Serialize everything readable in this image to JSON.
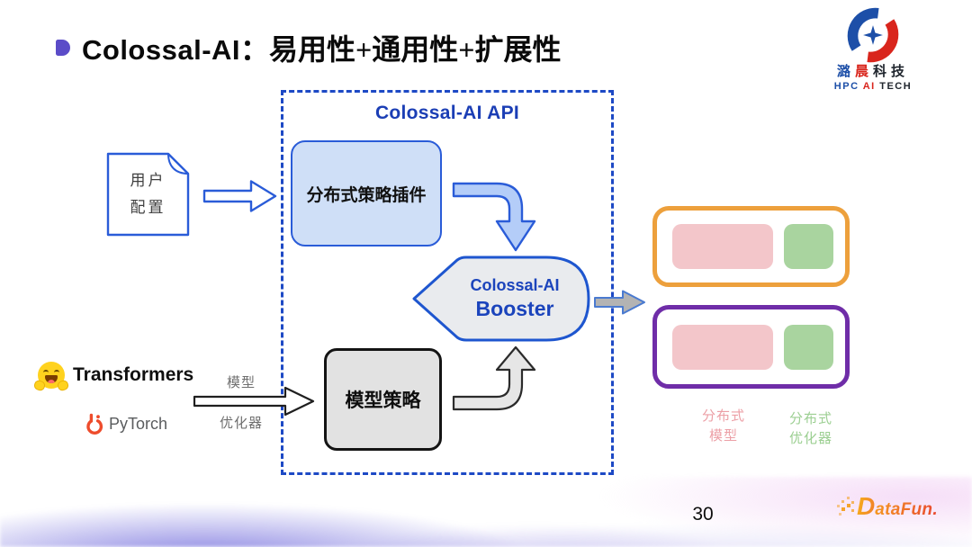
{
  "header": {
    "title_latin": "Colossal-AI",
    "title_cjk": "：易用性+通用性+扩展性"
  },
  "hpc_logo": {
    "cn_blue": "潞",
    "cn_red": "晨",
    "cn_dark": "科技",
    "en_hpc": "HPC",
    "en_ai": "AI",
    "en_tech": "TECH"
  },
  "diagram": {
    "api_title": "Colossal-AI API",
    "plugin_label": "分布式策略插件",
    "booster_line1": "Colossal-AI",
    "booster_line2": "Booster",
    "model_label": "模型策略",
    "user_config": "用户\n配置",
    "transformers_label": "Transformers",
    "pytorch_label": "PyTorch",
    "model_input_label": "模型",
    "optimizer_input_label": "优化器",
    "dist_model_label": "分布式\n模型",
    "dist_optimizer_label": "分布式\n优化器"
  },
  "footer": {
    "page_number": "30",
    "datafun_d": "D",
    "datafun_rest": "ataFun."
  },
  "colors": {
    "title_bullet": "#5b4cc8",
    "accent_blue": "#2a5cd8",
    "dashed_border": "#1d49c5",
    "api_title_blue": "#1b3eb5",
    "plugin_fill": "#cfdff7",
    "booster_fill": "#e9ebee",
    "booster_text": "#1b44bc",
    "model_box_fill": "#e2e2e2",
    "orange_border": "#eda03c",
    "purple_border": "#6f2da8",
    "pink_chip": "#f3c6ca",
    "green_chip": "#a9d49f",
    "pink_label": "#ec9fa6",
    "green_label": "#9ccf92",
    "pytorch_orange": "#ee4c2c",
    "hpc_blue": "#1d4fa8",
    "hpc_red": "#d9251c",
    "datafun_orange": "#f59a23"
  }
}
